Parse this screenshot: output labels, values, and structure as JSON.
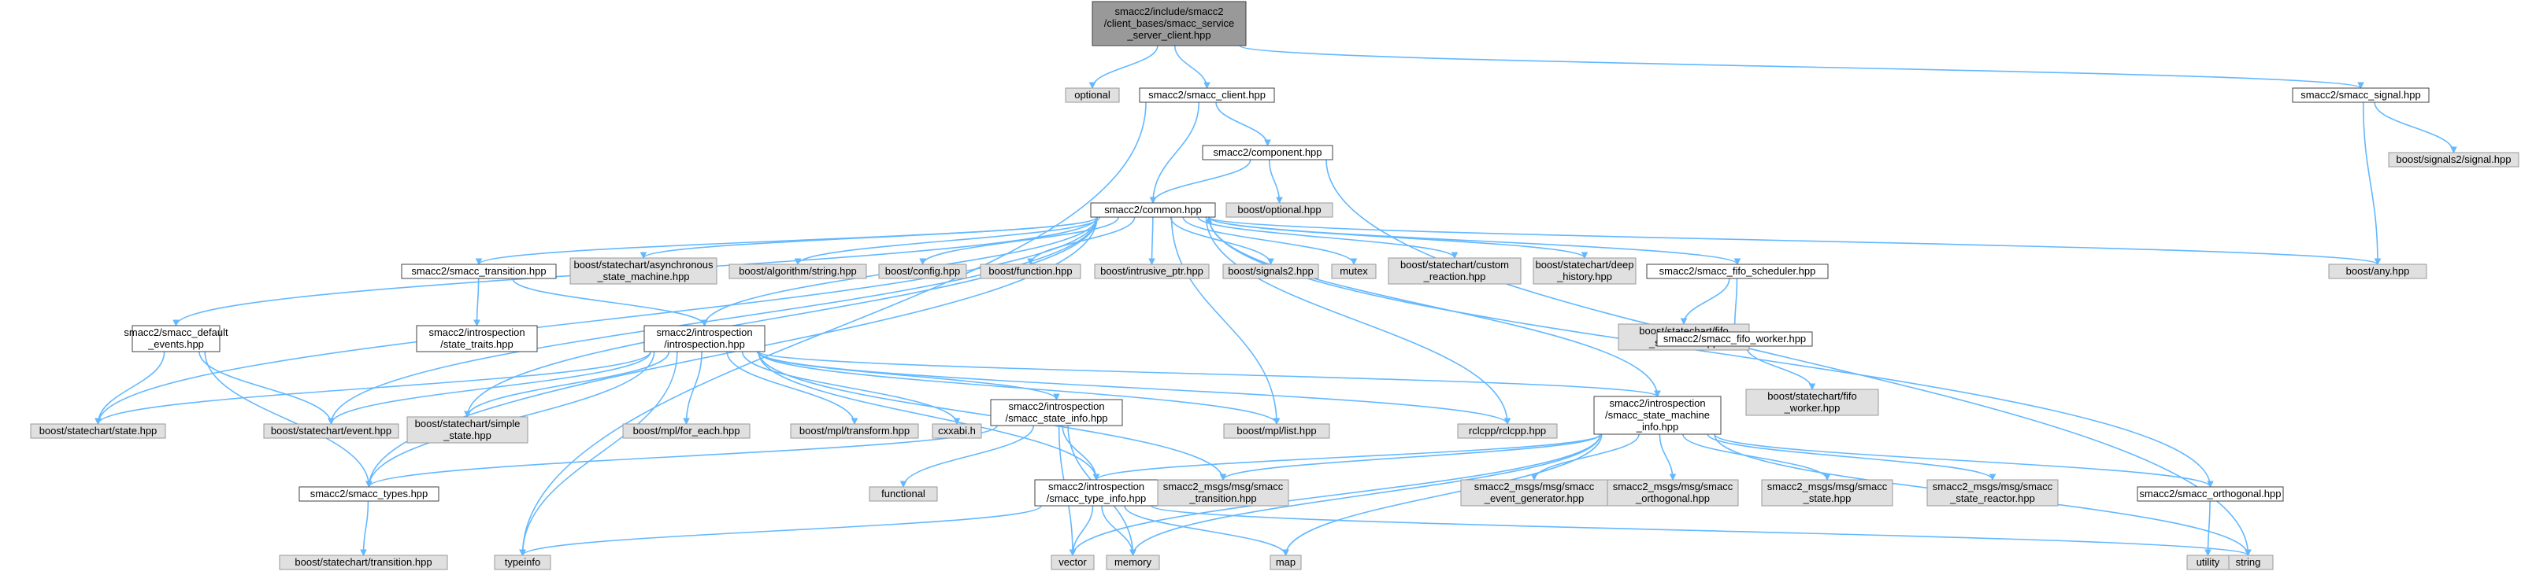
{
  "diagram": {
    "type": "include-dependency-graph",
    "colors": {
      "edge": "#63b8ff",
      "root_fill": "#999999",
      "file_fill": "#ffffff",
      "external_fill": "#e0e0e0",
      "border": "#404040"
    },
    "nodes": [
      {
        "id": "root",
        "kind": "root",
        "lines": [
          "smacc2/include/smacc2",
          "/client_bases/smacc_service",
          "_server_client.hpp"
        ]
      },
      {
        "id": "optional",
        "kind": "ext",
        "lines": [
          "optional"
        ]
      },
      {
        "id": "client",
        "kind": "file",
        "lines": [
          "smacc2/smacc_client.hpp"
        ]
      },
      {
        "id": "signal",
        "kind": "file",
        "lines": [
          "smacc2/smacc_signal.hpp"
        ]
      },
      {
        "id": "signals2signal",
        "kind": "ext",
        "lines": [
          "boost/signals2/signal.hpp"
        ]
      },
      {
        "id": "component",
        "kind": "file",
        "lines": [
          "smacc2/component.hpp"
        ]
      },
      {
        "id": "boostoptional",
        "kind": "ext",
        "lines": [
          "boost/optional.hpp"
        ]
      },
      {
        "id": "common",
        "kind": "file",
        "lines": [
          "smacc2/common.hpp"
        ]
      },
      {
        "id": "transition",
        "kind": "file",
        "lines": [
          "smacc2/smacc_transition.hpp"
        ]
      },
      {
        "id": "async",
        "kind": "ext",
        "lines": [
          "boost/statechart/asynchronous",
          "_state_machine.hpp"
        ]
      },
      {
        "id": "algostring",
        "kind": "ext",
        "lines": [
          "boost/algorithm/string.hpp"
        ]
      },
      {
        "id": "config",
        "kind": "ext",
        "lines": [
          "boost/config.hpp"
        ]
      },
      {
        "id": "function",
        "kind": "ext",
        "lines": [
          "boost/function.hpp"
        ]
      },
      {
        "id": "intrusive",
        "kind": "ext",
        "lines": [
          "boost/intrusive_ptr.hpp"
        ]
      },
      {
        "id": "signals2",
        "kind": "ext",
        "lines": [
          "boost/signals2.hpp"
        ]
      },
      {
        "id": "mutex",
        "kind": "ext",
        "lines": [
          "mutex"
        ]
      },
      {
        "id": "custom",
        "kind": "ext",
        "lines": [
          "boost/statechart/custom",
          "_reaction.hpp"
        ]
      },
      {
        "id": "deep",
        "kind": "ext",
        "lines": [
          "boost/statechart/deep",
          "_history.hpp"
        ]
      },
      {
        "id": "fifosched",
        "kind": "file",
        "lines": [
          "smacc2/smacc_fifo_scheduler.hpp"
        ]
      },
      {
        "id": "anyhpp",
        "kind": "ext",
        "lines": [
          "boost/any.hpp"
        ]
      },
      {
        "id": "defevents",
        "kind": "file",
        "lines": [
          "smacc2/smacc_default",
          "_events.hpp"
        ]
      },
      {
        "id": "statetraits",
        "kind": "file",
        "lines": [
          "smacc2/introspection",
          "/state_traits.hpp"
        ]
      },
      {
        "id": "introspection",
        "kind": "file",
        "lines": [
          "smacc2/introspection",
          "/introspection.hpp"
        ]
      },
      {
        "id": "fifoschedhpp",
        "kind": "ext",
        "lines": [
          "boost/statechart/fifo",
          "_scheduler.hpp"
        ]
      },
      {
        "id": "fifoworker",
        "kind": "file",
        "lines": [
          "smacc2/smacc_fifo_worker.hpp"
        ]
      },
      {
        "id": "fifoworkerhpp",
        "kind": "ext",
        "lines": [
          "boost/statechart/fifo",
          "_worker.hpp"
        ]
      },
      {
        "id": "statehpp",
        "kind": "ext",
        "lines": [
          "boost/statechart/state.hpp"
        ]
      },
      {
        "id": "eventhpp",
        "kind": "ext",
        "lines": [
          "boost/statechart/event.hpp"
        ]
      },
      {
        "id": "simplestate",
        "kind": "ext",
        "lines": [
          "boost/statechart/simple",
          "_state.hpp"
        ]
      },
      {
        "id": "foreach",
        "kind": "ext",
        "lines": [
          "boost/mpl/for_each.hpp"
        ]
      },
      {
        "id": "mpltransform",
        "kind": "ext",
        "lines": [
          "boost/mpl/transform.hpp"
        ]
      },
      {
        "id": "cxxabi",
        "kind": "ext",
        "lines": [
          "cxxabi.h"
        ]
      },
      {
        "id": "stateinfo",
        "kind": "file",
        "lines": [
          "smacc2/introspection",
          "/smacc_state_info.hpp"
        ]
      },
      {
        "id": "mpllist",
        "kind": "ext",
        "lines": [
          "boost/mpl/list.hpp"
        ]
      },
      {
        "id": "rclcpp",
        "kind": "ext",
        "lines": [
          "rclcpp/rclcpp.hpp"
        ]
      },
      {
        "id": "smachineinfo",
        "kind": "file",
        "lines": [
          "smacc2/introspection",
          "/smacc_state_machine",
          "_info.hpp"
        ]
      },
      {
        "id": "types",
        "kind": "file",
        "lines": [
          "smacc2/smacc_types.hpp"
        ]
      },
      {
        "id": "functional",
        "kind": "ext",
        "lines": [
          "functional"
        ]
      },
      {
        "id": "typeinfohpp",
        "kind": "file",
        "lines": [
          "smacc2/introspection",
          "/smacc_type_info.hpp"
        ]
      },
      {
        "id": "msgtransition",
        "kind": "ext",
        "lines": [
          "smacc2_msgs/msg/smacc",
          "_transition.hpp"
        ]
      },
      {
        "id": "msgeventgen",
        "kind": "ext",
        "lines": [
          "smacc2_msgs/msg/smacc",
          "_event_generator.hpp"
        ]
      },
      {
        "id": "msgorthogonal",
        "kind": "ext",
        "lines": [
          "smacc2_msgs/msg/smacc",
          "_orthogonal.hpp"
        ]
      },
      {
        "id": "msgstate",
        "kind": "ext",
        "lines": [
          "smacc2_msgs/msg/smacc",
          "_state.hpp"
        ]
      },
      {
        "id": "msgreactor",
        "kind": "ext",
        "lines": [
          "smacc2_msgs/msg/smacc",
          "_state_reactor.hpp"
        ]
      },
      {
        "id": "orthogonal",
        "kind": "file",
        "lines": [
          "smacc2/smacc_orthogonal.hpp"
        ]
      },
      {
        "id": "sctransition",
        "kind": "ext",
        "lines": [
          "boost/statechart/transition.hpp"
        ]
      },
      {
        "id": "typeinfo",
        "kind": "ext",
        "lines": [
          "typeinfo"
        ]
      },
      {
        "id": "vector",
        "kind": "ext",
        "lines": [
          "vector"
        ]
      },
      {
        "id": "memory",
        "kind": "ext",
        "lines": [
          "memory"
        ]
      },
      {
        "id": "map",
        "kind": "ext",
        "lines": [
          "map"
        ]
      },
      {
        "id": "string",
        "kind": "ext",
        "lines": [
          "string"
        ]
      },
      {
        "id": "utility",
        "kind": "ext",
        "lines": [
          "utility"
        ]
      }
    ],
    "edges": [
      [
        "root",
        "optional"
      ],
      [
        "root",
        "client"
      ],
      [
        "root",
        "signal"
      ],
      [
        "client",
        "typeinfo"
      ],
      [
        "client",
        "component"
      ],
      [
        "client",
        "common"
      ],
      [
        "signal",
        "signals2signal"
      ],
      [
        "signal",
        "anyhpp"
      ],
      [
        "component",
        "common"
      ],
      [
        "component",
        "boostoptional"
      ],
      [
        "component",
        "string"
      ],
      [
        "common",
        "transition"
      ],
      [
        "common",
        "async"
      ],
      [
        "common",
        "algostring"
      ],
      [
        "common",
        "config"
      ],
      [
        "common",
        "function"
      ],
      [
        "common",
        "intrusive"
      ],
      [
        "common",
        "signals2"
      ],
      [
        "common",
        "mutex"
      ],
      [
        "common",
        "custom"
      ],
      [
        "common",
        "deep"
      ],
      [
        "common",
        "fifosched"
      ],
      [
        "common",
        "anyhpp"
      ],
      [
        "common",
        "defevents"
      ],
      [
        "common",
        "introspection"
      ],
      [
        "common",
        "statehpp"
      ],
      [
        "common",
        "eventhpp"
      ],
      [
        "common",
        "simplestate"
      ],
      [
        "common",
        "mpllist"
      ],
      [
        "common",
        "rclcpp"
      ],
      [
        "common",
        "types"
      ],
      [
        "common",
        "smachineinfo"
      ],
      [
        "transition",
        "statetraits"
      ],
      [
        "transition",
        "introspection"
      ],
      [
        "fifosched",
        "fifoschedhpp"
      ],
      [
        "fifosched",
        "fifoworker"
      ],
      [
        "fifoworker",
        "fifoworkerhpp"
      ],
      [
        "defevents",
        "statehpp"
      ],
      [
        "defevents",
        "eventhpp"
      ],
      [
        "defevents",
        "types"
      ],
      [
        "introspection",
        "statehpp"
      ],
      [
        "introspection",
        "eventhpp"
      ],
      [
        "introspection",
        "simplestate"
      ],
      [
        "introspection",
        "foreach"
      ],
      [
        "introspection",
        "mpltransform"
      ],
      [
        "introspection",
        "cxxabi"
      ],
      [
        "introspection",
        "stateinfo"
      ],
      [
        "introspection",
        "mpllist"
      ],
      [
        "introspection",
        "rclcpp"
      ],
      [
        "introspection",
        "smachineinfo"
      ],
      [
        "introspection",
        "types"
      ],
      [
        "introspection",
        "typeinfo"
      ],
      [
        "introspection",
        "typeinfohpp"
      ],
      [
        "introspection",
        "msgtransition"
      ],
      [
        "stateinfo",
        "types"
      ],
      [
        "stateinfo",
        "functional"
      ],
      [
        "stateinfo",
        "typeinfohpp"
      ],
      [
        "stateinfo",
        "vector"
      ],
      [
        "stateinfo",
        "memory"
      ],
      [
        "smachineinfo",
        "msgtransition"
      ],
      [
        "smachineinfo",
        "msgeventgen"
      ],
      [
        "smachineinfo",
        "msgorthogonal"
      ],
      [
        "smachineinfo",
        "msgstate"
      ],
      [
        "smachineinfo",
        "msgreactor"
      ],
      [
        "smachineinfo",
        "orthogonal"
      ],
      [
        "smachineinfo",
        "vector"
      ],
      [
        "smachineinfo",
        "memory"
      ],
      [
        "smachineinfo",
        "map"
      ],
      [
        "smachineinfo",
        "string"
      ],
      [
        "smachineinfo",
        "typeinfohpp"
      ],
      [
        "types",
        "sctransition"
      ],
      [
        "typeinfohpp",
        "typeinfo"
      ],
      [
        "typeinfohpp",
        "vector"
      ],
      [
        "typeinfohpp",
        "memory"
      ],
      [
        "typeinfohpp",
        "map"
      ],
      [
        "typeinfohpp",
        "string"
      ],
      [
        "orthogonal",
        "common"
      ],
      [
        "orthogonal",
        "utility"
      ]
    ]
  }
}
